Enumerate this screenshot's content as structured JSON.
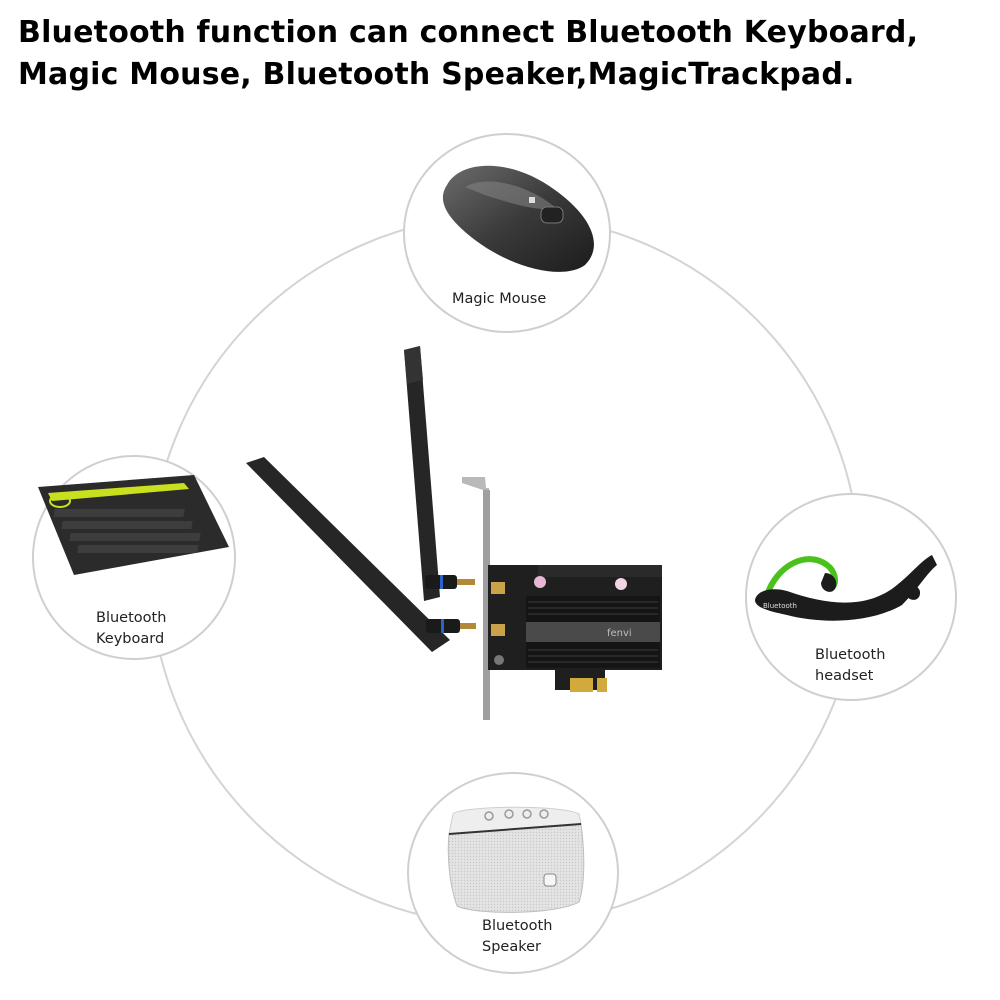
{
  "headline": {
    "line1": "Bluetooth function can connect Bluetooth Keyboard,",
    "line2": "Magic Mouse, Bluetooth Speaker,MagicTrackpad."
  },
  "center_product": {
    "name": "PCIe WiFi Bluetooth card with two antennas",
    "brand_label": "fenvi"
  },
  "devices": [
    {
      "id": "mouse",
      "label_line1": "Magic Mouse",
      "label_line2": ""
    },
    {
      "id": "keyboard",
      "label_line1": "Bluetooth",
      "label_line2": "Keyboard"
    },
    {
      "id": "headset",
      "label_line1": "Bluetooth",
      "label_line2": "headset"
    },
    {
      "id": "speaker",
      "label_line1": "Bluetooth",
      "label_line2": "Speaker"
    }
  ],
  "colors": {
    "ring": "#cfcfcf",
    "keyboard_accent": "#c8e01e",
    "headset_accent": "#4bc21c",
    "card_dark": "#1e1e1e"
  }
}
